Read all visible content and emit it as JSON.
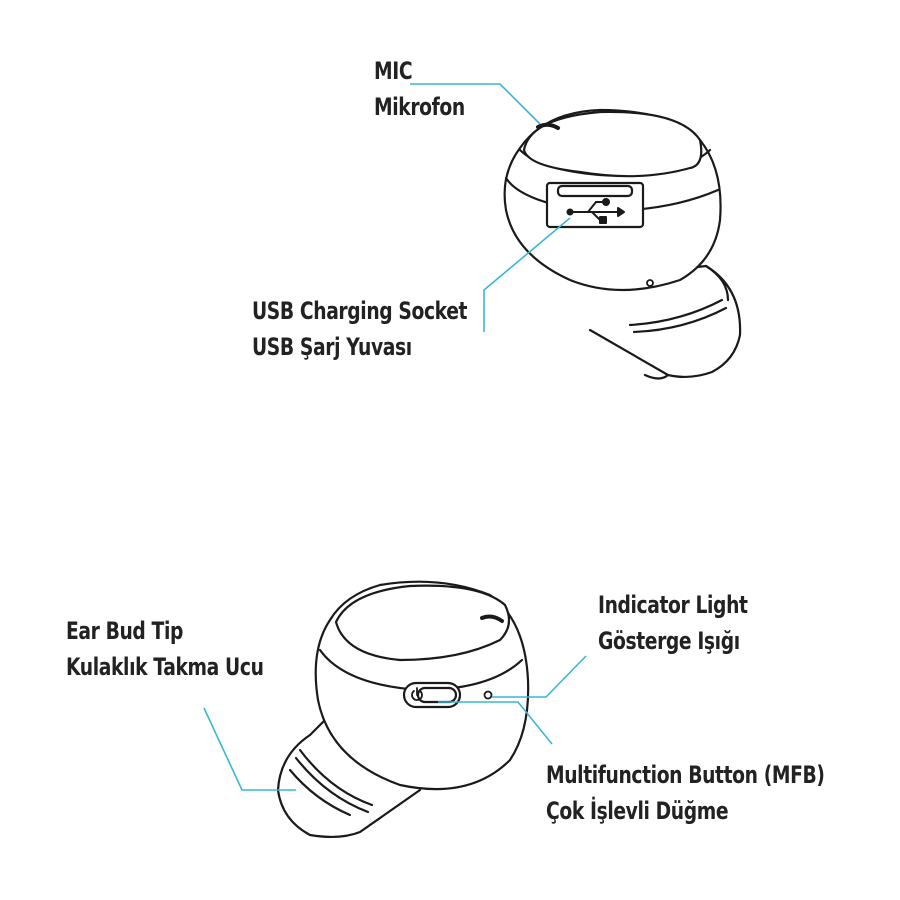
{
  "colors": {
    "outline": "#1a1a1a",
    "leader_line": "#3ab7d1",
    "text": "#222222",
    "background": "#ffffff"
  },
  "labels": {
    "mic": {
      "en": "MIC",
      "tr": "Mikrofon"
    },
    "usb": {
      "en": "USB Charging Socket",
      "tr": "USB Şarj Yuvası"
    },
    "tip": {
      "en": "Ear Bud Tip",
      "tr": "Kulaklık Takma Ucu"
    },
    "indicator": {
      "en": "Indicator Light",
      "tr": "Gösterge Işığı"
    },
    "mfb": {
      "en": "Multifunction Button (MFB)",
      "tr": "Çok İşlevli Düğme"
    }
  },
  "icons": {
    "usb_symbol": "usb-icon",
    "button_symbol": "power-icon"
  }
}
